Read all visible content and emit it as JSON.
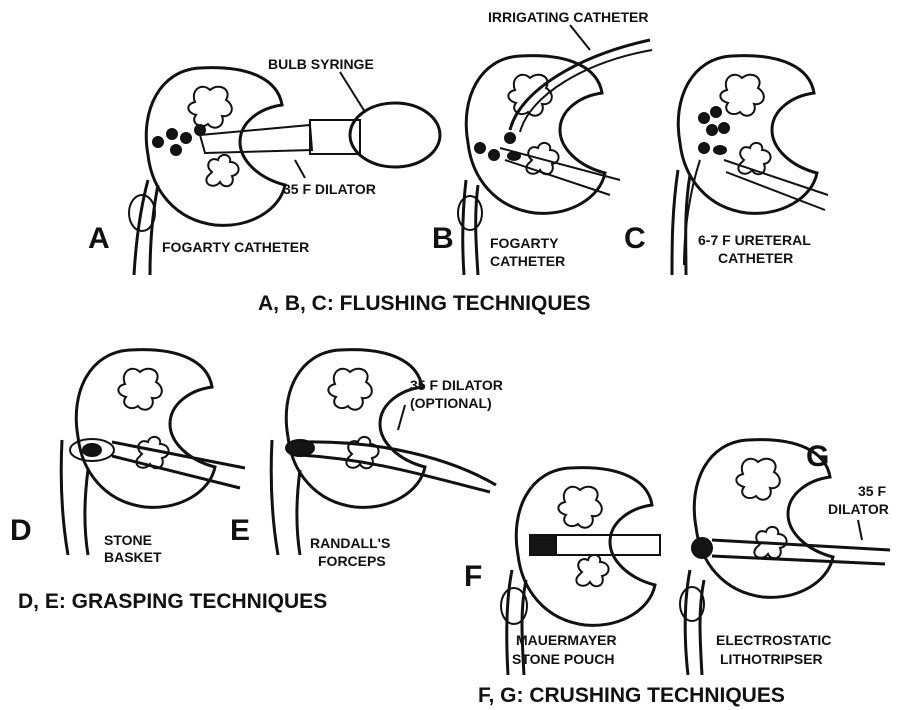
{
  "panels": {
    "A": {
      "letter": "A",
      "label_syringe": "BULB SYRINGE",
      "label_dilator": "35 F DILATOR",
      "label_fogarty": "FOGARTY CATHETER"
    },
    "B": {
      "letter": "B",
      "label_irrigating": "IRRIGATING CATHETER",
      "label_fogarty_1": "FOGARTY",
      "label_fogarty_2": "CATHETER"
    },
    "C": {
      "letter": "C",
      "label_1": "6-7 F URETERAL",
      "label_2": "CATHETER"
    },
    "D": {
      "letter": "D",
      "label_1": "STONE",
      "label_2": "BASKET"
    },
    "E": {
      "letter": "E",
      "label_dilator_1": "35 F DILATOR",
      "label_dilator_2": "(OPTIONAL)",
      "label_1": "RANDALL'S",
      "label_2": "FORCEPS"
    },
    "F": {
      "letter": "F",
      "label_1": "MAUERMAYER",
      "label_2": "STONE POUCH"
    },
    "G": {
      "letter": "G",
      "label_dilator_1": "35 F",
      "label_dilator_2": "DILATOR",
      "label_1": "ELECTROSTATIC",
      "label_2": "LITHOTRIPSER"
    }
  },
  "captions": {
    "flushing": "A, B, C:  FLUSHING TECHNIQUES",
    "grasping": "D, E:  GRASPING TECHNIQUES",
    "crushing": "F, G:  CRUSHING TECHNIQUES"
  }
}
